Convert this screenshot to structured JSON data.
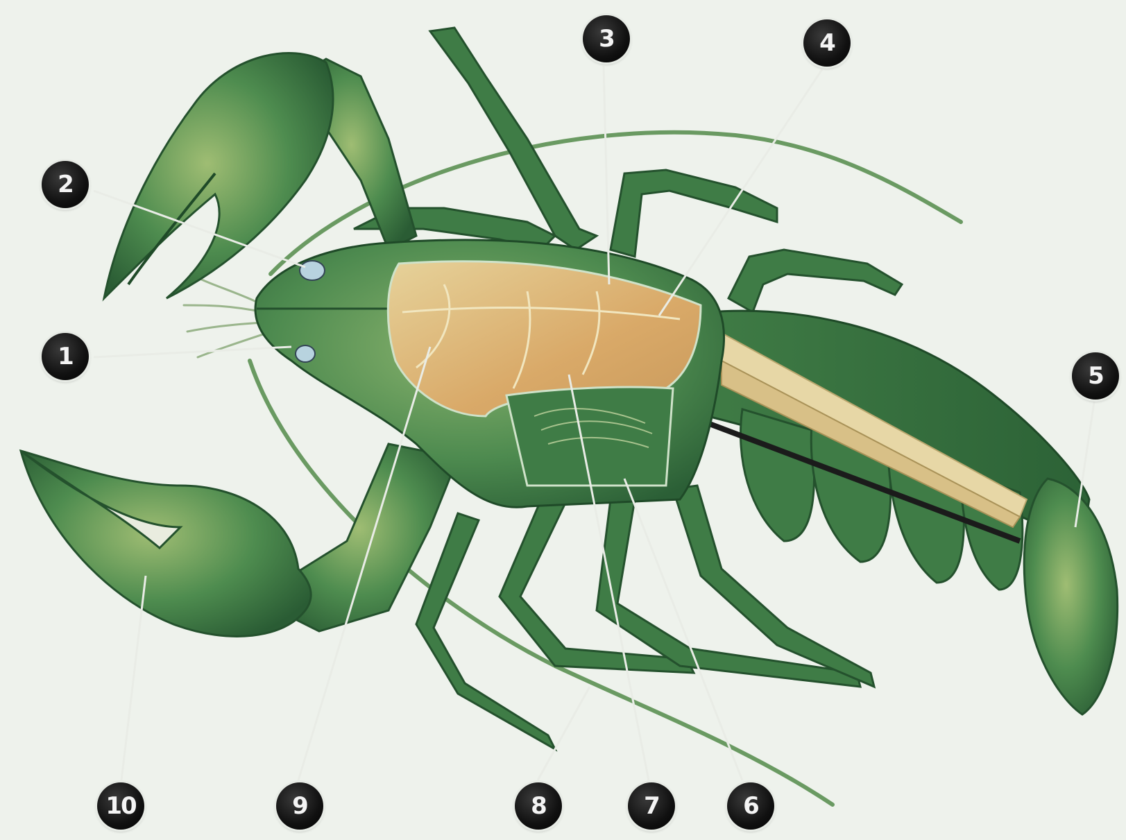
{
  "labels": {
    "l1": "1",
    "l2": "2",
    "l3": "3",
    "l4": "4",
    "l5": "5",
    "l6": "6",
    "l7": "7",
    "l8": "8",
    "l9": "9",
    "l10": "10"
  },
  "colors": {
    "background": "#eef2ec",
    "body_dark": "#2f6a3a",
    "body_mid": "#4a8a4e",
    "body_light": "#7fae6a",
    "organs": "#d9b57a",
    "gut": "#e7d7a6",
    "leader_line": "#e9ece6",
    "badge": "#111111"
  }
}
